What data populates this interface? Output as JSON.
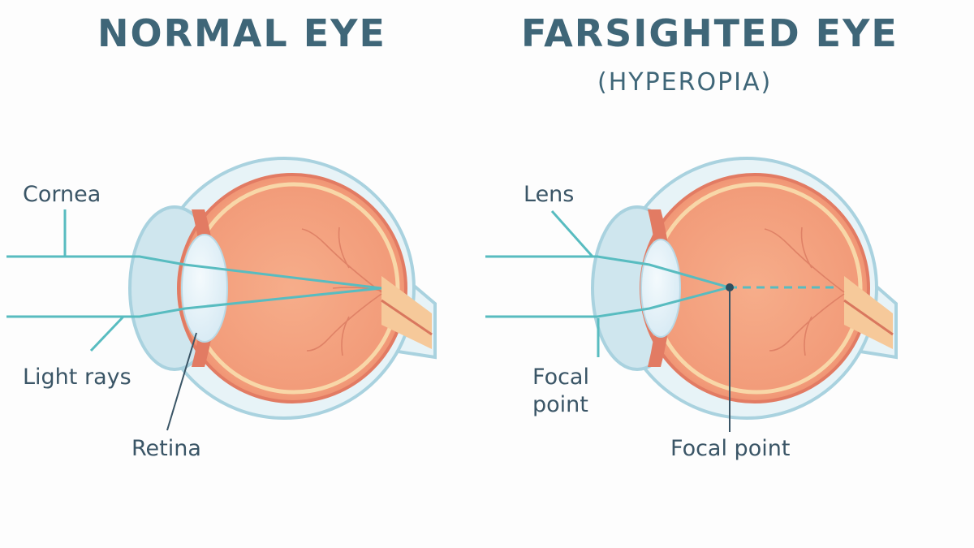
{
  "diagram": {
    "left": {
      "title": "NORMAL EYE",
      "labels": {
        "cornea": "Cornea",
        "light_rays": "Light rays",
        "retina": "Retina"
      }
    },
    "right": {
      "title": "FARSIGHTED EYE",
      "subtitle": "(HYPEROPIA)",
      "labels": {
        "lens": "Lens",
        "focal_point_left": "Focal point",
        "focal_point_center": "Focal point"
      }
    }
  },
  "colors": {
    "title": "#3f6678",
    "label_text": "#3a5566",
    "sclera_outline": "#a9d2df",
    "sclera_fill": "#e7f3f7",
    "eye_orange": "#f2a07e",
    "eye_rim": "#e27b63",
    "inner_ring": "#f8d7a8",
    "ray": "#58bcc0",
    "lens_fill": "#e3f1f8",
    "nerve": "#f6c99a",
    "vessel": "#d9775e"
  }
}
